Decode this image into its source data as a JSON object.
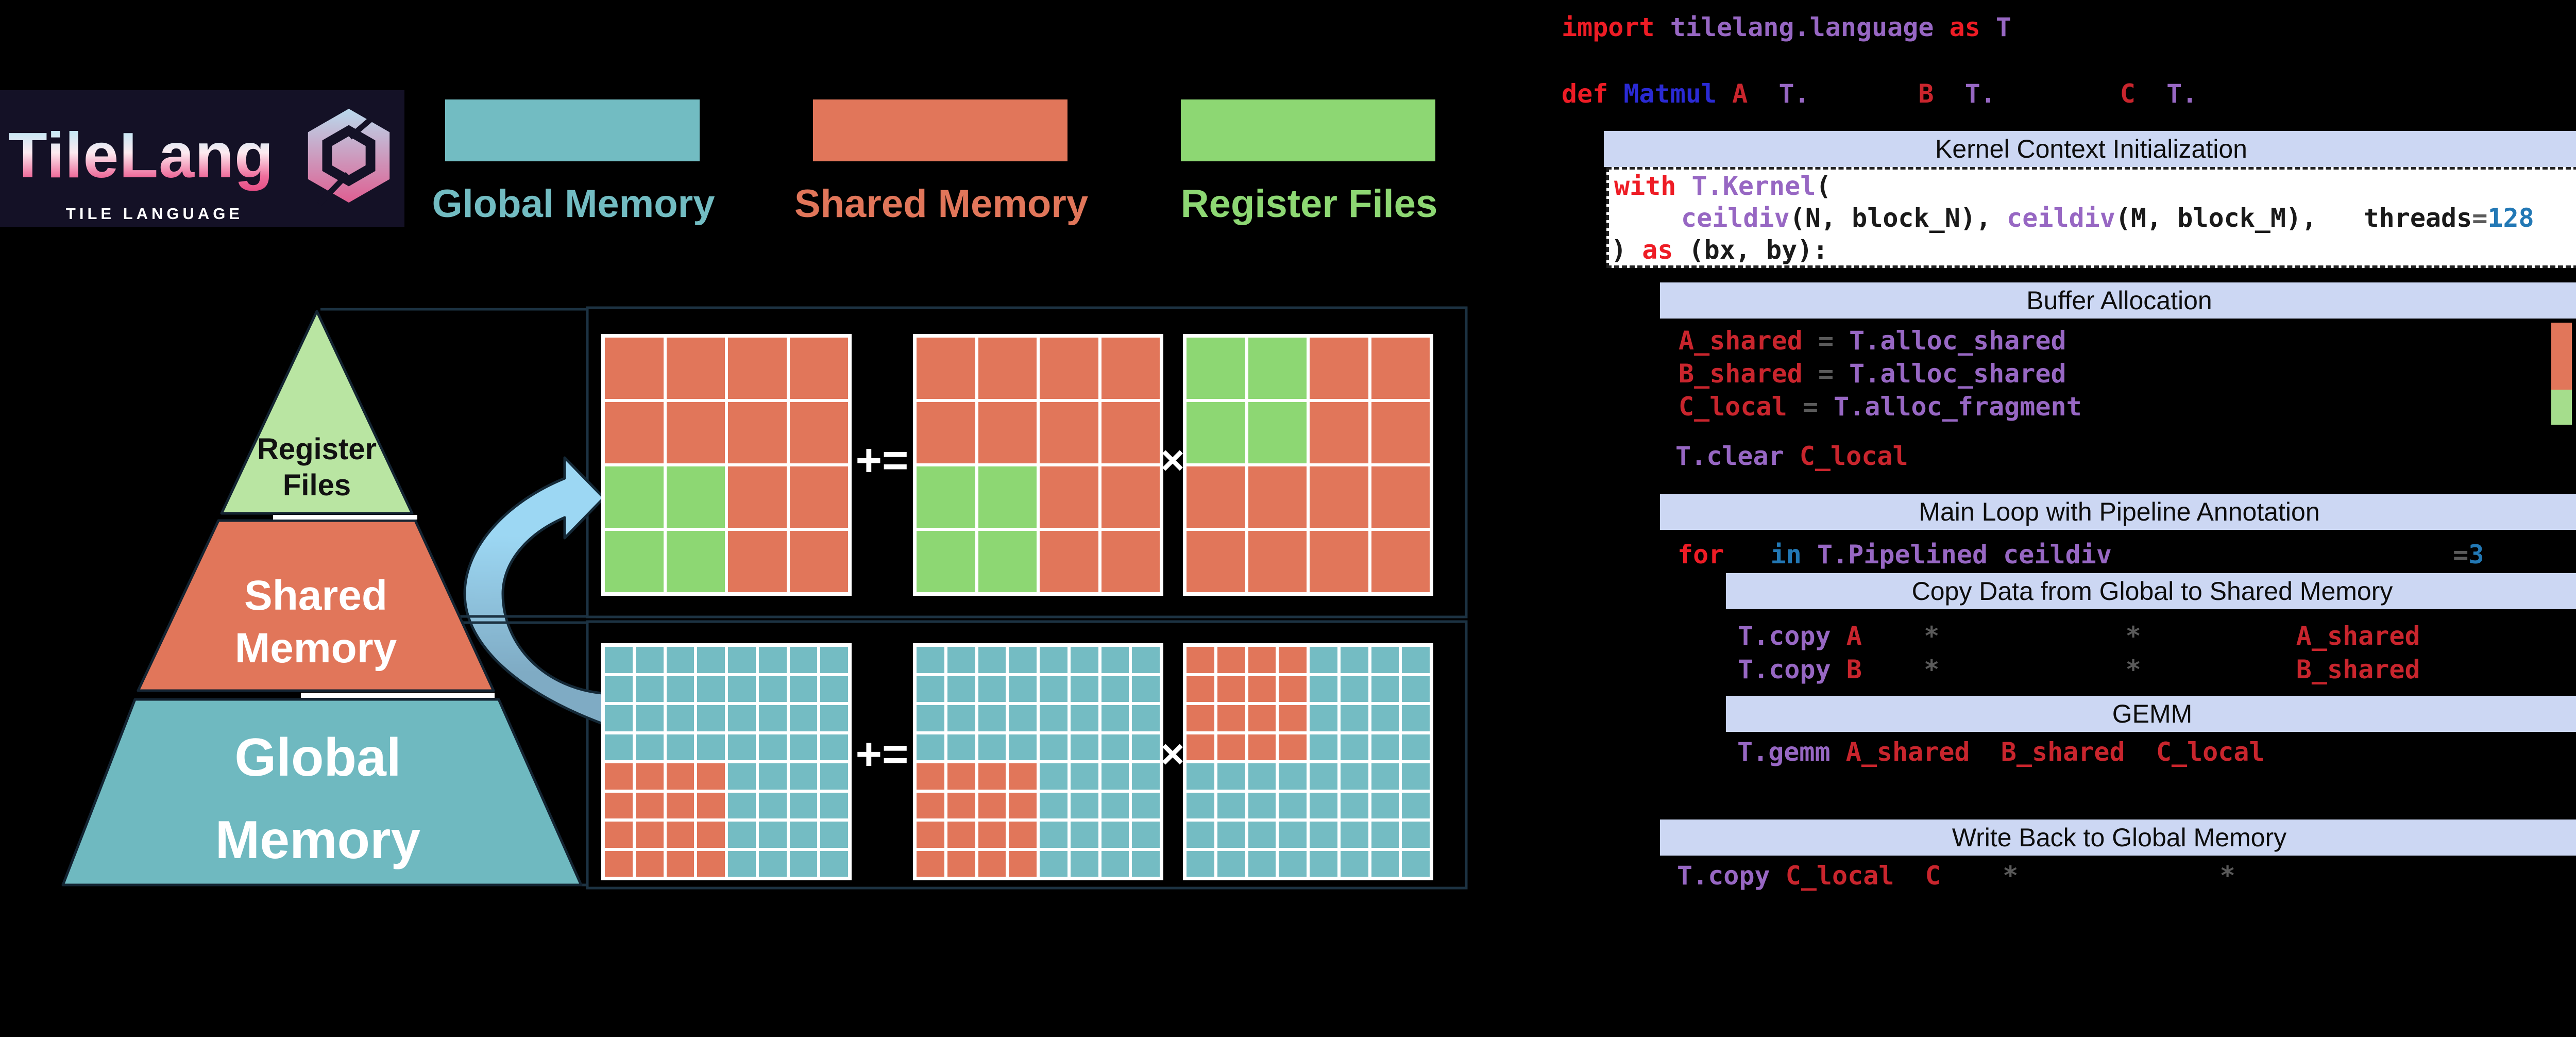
{
  "logo": {
    "title": "TileLang",
    "subtitle": "TILE LANGUAGE"
  },
  "legend": {
    "items": [
      {
        "label": "Global Memory",
        "color": "#72bcc2"
      },
      {
        "label": "Shared Memory",
        "color": "#e1765a"
      },
      {
        "label": "Register Files",
        "color": "#8dd773"
      }
    ]
  },
  "pyramid": {
    "levels": [
      {
        "line1": "Register",
        "line2": "Files",
        "color": "#b9e5a2",
        "text_color": "#111111"
      },
      {
        "line1": "Shared",
        "line2": "Memory",
        "color": "#e1765a",
        "text_color": "#ffffff"
      },
      {
        "line1": "Global",
        "line2": "Memory",
        "color": "#6fb9c0",
        "text_color": "#ffffff"
      }
    ]
  },
  "operators": {
    "accumulate": "+=",
    "multiply": "×"
  },
  "matrices": {
    "cell_colors": {
      "s": "#e1765a",
      "g": "#8dd773",
      "t": "#74bcc3"
    },
    "groups": [
      {
        "id": "register",
        "items": [
          {
            "id": "c-register",
            "rows": [
              "ssss",
              "ssss",
              "ggss",
              "ggss"
            ]
          },
          {
            "id": "a-register",
            "rows": [
              "ssss",
              "ssss",
              "ggss",
              "ggss"
            ]
          },
          {
            "id": "b-register",
            "rows": [
              "ggss",
              "ggss",
              "ssss",
              "ssss"
            ]
          }
        ]
      },
      {
        "id": "global",
        "items": [
          {
            "id": "c-global",
            "rows": [
              "tttttttt",
              "tttttttt",
              "tttttttt",
              "tttttttt",
              "sssstttt",
              "sssstttt",
              "sssstttt",
              "sssstttt"
            ]
          },
          {
            "id": "a-global",
            "rows": [
              "tttttttt",
              "tttttttt",
              "tttttttt",
              "tttttttt",
              "sssstttt",
              "sssstttt",
              "sssstttt",
              "sssstttt"
            ]
          },
          {
            "id": "b-global",
            "rows": [
              "sssstttt",
              "sssstttt",
              "sssstttt",
              "sssstttt",
              "tttttttt",
              "tttttttt",
              "tttttttt",
              "tttttttt"
            ]
          }
        ]
      }
    ]
  },
  "sections": [
    {
      "title": "Kernel Context Initialization"
    },
    {
      "title": "Buffer Allocation"
    },
    {
      "title": "Main Loop with Pipeline Annotation"
    },
    {
      "title": "Copy Data from Global to Shared Memory"
    },
    {
      "title": "GEMM"
    },
    {
      "title": "Write Back to Global Memory"
    }
  ],
  "code": {
    "import_line": [
      [
        "kw",
        "import "
      ],
      [
        "type",
        "tilelang.language "
      ],
      [
        "kw",
        "as "
      ],
      [
        "type",
        "T"
      ]
    ],
    "def_line": [
      [
        "kw",
        "def "
      ],
      [
        "fn",
        "Matmul "
      ],
      [
        "var",
        "A"
      ],
      [
        "plain",
        "  "
      ],
      [
        "type",
        "T."
      ],
      [
        "plain",
        "       "
      ],
      [
        "var",
        "B"
      ],
      [
        "plain",
        "  "
      ],
      [
        "type",
        "T."
      ],
      [
        "plain",
        "        "
      ],
      [
        "var",
        "C"
      ],
      [
        "plain",
        "  "
      ],
      [
        "type",
        "T."
      ]
    ],
    "with_line": [
      [
        "kw",
        "with "
      ],
      [
        "type",
        "T.Kernel"
      ],
      [
        "dark",
        "("
      ]
    ],
    "kernel_args": [
      [
        "type",
        "ceildiv"
      ],
      [
        "dark",
        "(N, block_N), "
      ],
      [
        "type",
        "ceildiv"
      ],
      [
        "dark",
        "(M, block_M),   threads"
      ],
      [
        "op",
        "="
      ],
      [
        "num",
        "128"
      ]
    ],
    "kernel_close": [
      [
        "dark",
        ") "
      ],
      [
        "kw",
        "as "
      ],
      [
        "dark",
        "(bx, by):"
      ]
    ],
    "alloc_a": [
      [
        "var",
        "A_shared "
      ],
      [
        "op",
        "= "
      ],
      [
        "type",
        "T.alloc_shared"
      ]
    ],
    "alloc_b": [
      [
        "var",
        "B_shared "
      ],
      [
        "op",
        "= "
      ],
      [
        "type",
        "T.alloc_shared"
      ]
    ],
    "alloc_c": [
      [
        "var",
        "C_local "
      ],
      [
        "op",
        "= "
      ],
      [
        "type",
        "T.alloc_fragment"
      ]
    ],
    "clear_line": [
      [
        "type",
        "T.clear "
      ],
      [
        "var",
        "C_local"
      ]
    ],
    "for_line": [
      [
        "kw",
        "for"
      ],
      [
        "plain",
        "   "
      ],
      [
        "kw2",
        "in "
      ],
      [
        "type",
        "T.Pipelined ceildiv"
      ],
      [
        "plain",
        "                      "
      ],
      [
        "op",
        "="
      ],
      [
        "num",
        "3"
      ]
    ],
    "copy_a": [
      [
        "type",
        "T.copy "
      ],
      [
        "var",
        "A"
      ],
      [
        "plain",
        "    "
      ],
      [
        "op",
        "*"
      ],
      [
        "plain",
        "            "
      ],
      [
        "op",
        "*"
      ],
      [
        "plain",
        "          "
      ],
      [
        "var",
        "A_shared"
      ]
    ],
    "copy_b": [
      [
        "type",
        "T.copy "
      ],
      [
        "var",
        "B"
      ],
      [
        "plain",
        "    "
      ],
      [
        "op",
        "*"
      ],
      [
        "plain",
        "            "
      ],
      [
        "op",
        "*"
      ],
      [
        "plain",
        "          "
      ],
      [
        "var",
        "B_shared"
      ]
    ],
    "gemm_line": [
      [
        "type",
        "T.gemm "
      ],
      [
        "var",
        "A_shared"
      ],
      [
        "plain",
        "  "
      ],
      [
        "var",
        "B_shared"
      ],
      [
        "plain",
        "  "
      ],
      [
        "var",
        "C_local"
      ]
    ],
    "copy_c": [
      [
        "type",
        "T.copy "
      ],
      [
        "var",
        "C_local"
      ],
      [
        "plain",
        "  "
      ],
      [
        "var",
        "C"
      ],
      [
        "plain",
        "    "
      ],
      [
        "op",
        "*"
      ],
      [
        "plain",
        "             "
      ],
      [
        "op",
        "*"
      ]
    ]
  },
  "memory_bar": {
    "shared_color": "#e1765a",
    "register_color": "#a5dd8c"
  },
  "colors": {
    "header_bg": "#ccd7f3",
    "arrow_light": "#9cd7f3",
    "arrow_dark": "#7fabc4",
    "outline": "#1c3242",
    "logo_grad_top": "#b5e7f7",
    "logo_grad_bottom": "#e54a82",
    "keyword_red": "#ee1c25",
    "variable_red": "#c9252d",
    "purple": "#9767c3",
    "number_blue": "#2278b5",
    "def_blue": "#2a2ad4"
  }
}
